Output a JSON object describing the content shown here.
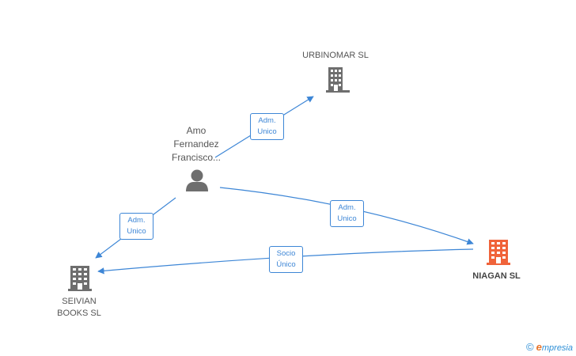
{
  "nodes": {
    "urbinomar": {
      "label": "URBINOMAR SL",
      "type": "company"
    },
    "person": {
      "label_lines": [
        "Amo",
        "Fernandez",
        "Francisco..."
      ],
      "type": "person"
    },
    "niagan": {
      "label": "NIAGAN SL",
      "type": "company",
      "highlight": true
    },
    "seivian": {
      "label_lines": [
        "SEIVIAN",
        "BOOKS SL"
      ],
      "type": "company"
    }
  },
  "edges": {
    "person_urbinomar": {
      "label_lines": [
        "Adm.",
        "Unico"
      ]
    },
    "person_seivian": {
      "label_lines": [
        "Adm.",
        "Unico"
      ]
    },
    "person_niagan": {
      "label_lines": [
        "Adm.",
        "Unico"
      ]
    },
    "niagan_seivian": {
      "label_lines": [
        "Socio",
        "Único"
      ]
    }
  },
  "colors": {
    "edge": "#3d86d6",
    "company_icon": "#6e6e6e",
    "focus_icon": "#f0633a",
    "person_icon": "#6e6e6e"
  },
  "icons": {
    "company": "building-icon",
    "person": "person-icon"
  },
  "watermark": {
    "symbol": "©",
    "brand_initial": "e",
    "brand_rest": "mpresia"
  }
}
